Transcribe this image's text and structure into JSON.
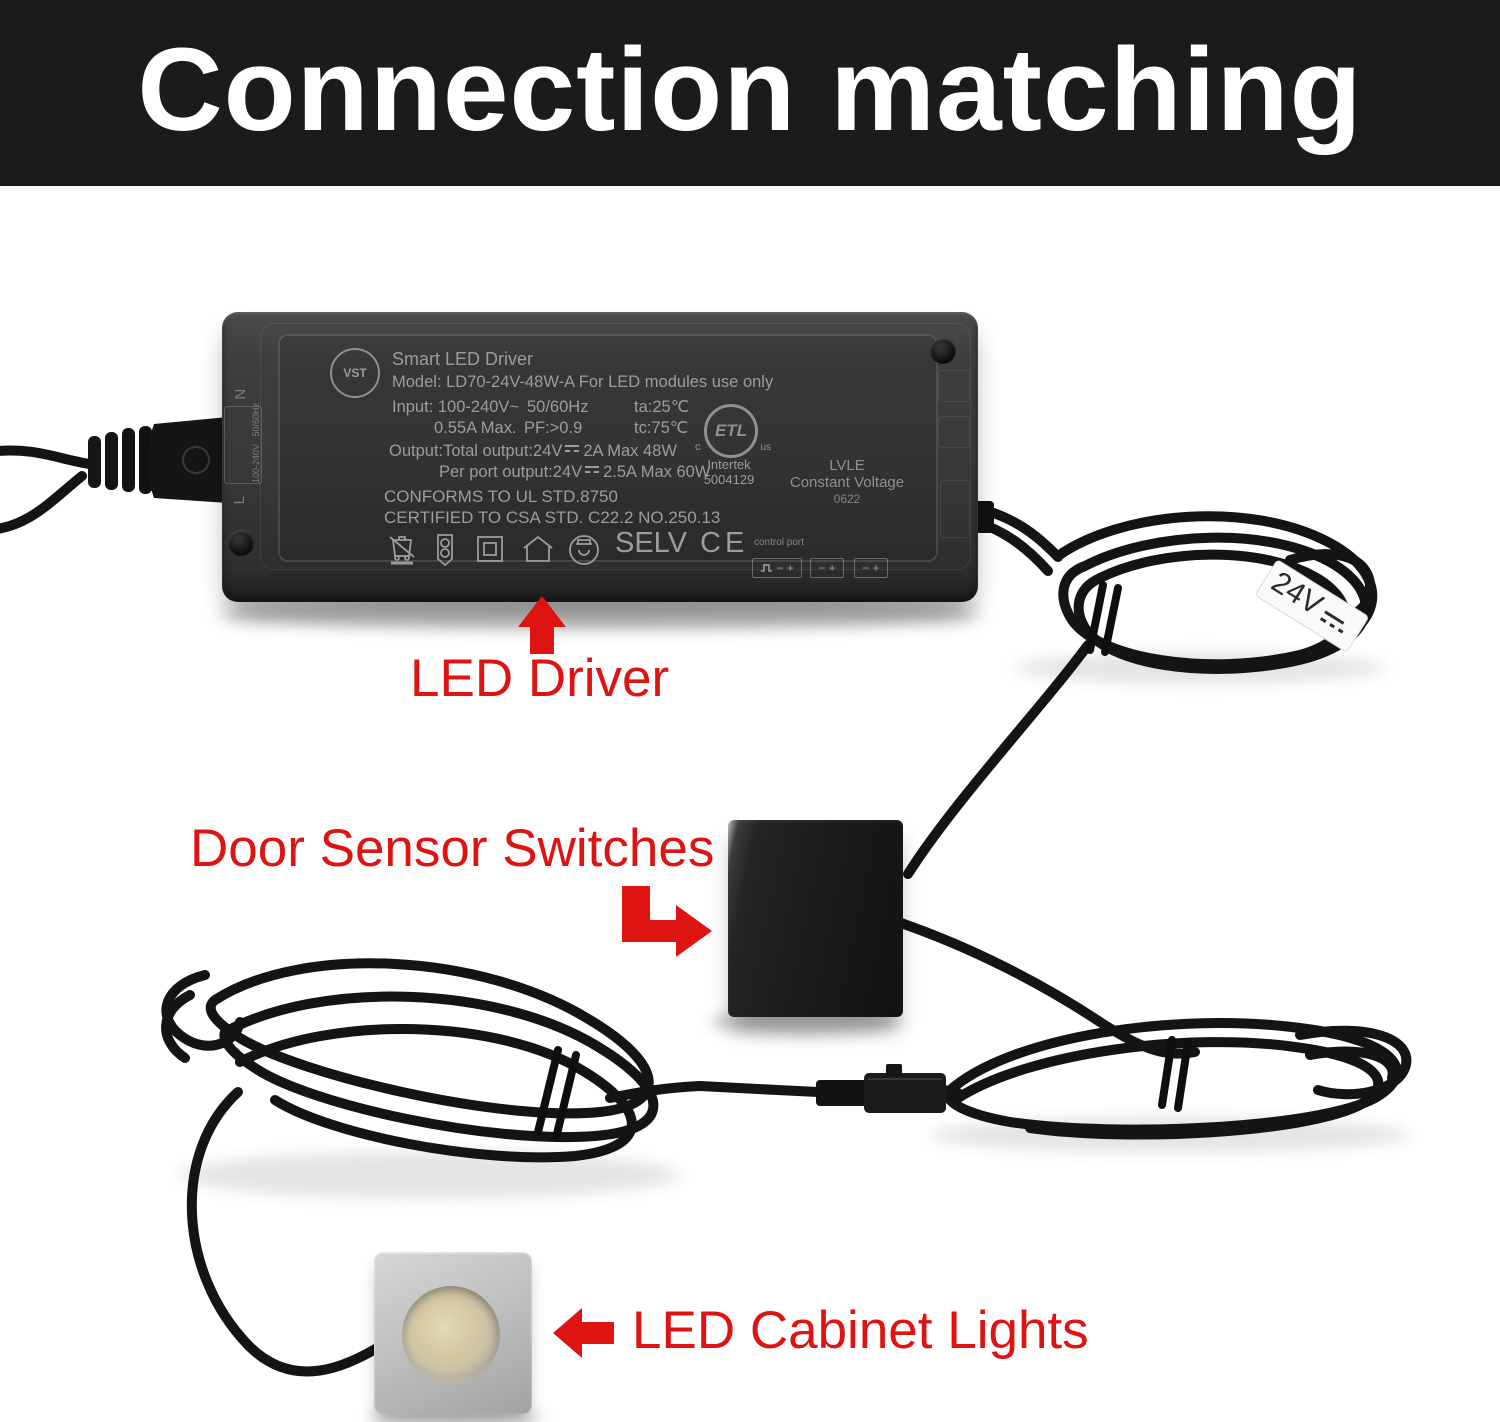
{
  "header": {
    "title": "Connection matching"
  },
  "annotations": {
    "led_driver": "LED Driver",
    "door_sensor_switches": "Door Sensor Switches",
    "led_cabinet_lights": "LED Cabinet Lights"
  },
  "colors": {
    "accent_red": "#dd1412",
    "header_bg": "#1b1b1b",
    "cable_black": "#141414"
  },
  "driver": {
    "brand": "VST",
    "product": "Smart LED Driver",
    "model_line": "Model: LD70-24V-48W-A  For LED modules use only",
    "input": {
      "label": "Input: 100-240V~",
      "freq": "50/60Hz",
      "ta": "ta:25℃",
      "current": "0.55A Max.",
      "pf": "PF:>0.9",
      "tc": "tc:75℃"
    },
    "output": {
      "total_prefix": "Output:Total output:24V",
      "total_suffix": "2A  Max 48W",
      "port_prefix": "Per port output:24V",
      "port_suffix": "2.5A  Max 60W"
    },
    "conforms": "CONFORMS TO UL STD.8750",
    "certified": "CERTIFIED TO CSA STD. C22.2 NO.250.13",
    "selv": "SELV",
    "ce_mark": "CE",
    "etl": {
      "logo": "ETL",
      "c": "c",
      "us": "us",
      "name": "Intertek",
      "number": "5004129"
    },
    "lvle": {
      "line1": "LVLE",
      "line2": "Constant Voltage",
      "line3": "0622"
    },
    "control_port": "control port",
    "terminals": [
      "− +",
      "− +",
      "− +"
    ],
    "side_labels": {
      "n": "N",
      "rating1": "100-240V",
      "rating2": "50/60Hz",
      "l": "L"
    }
  },
  "cable_tag": {
    "text": "24V"
  }
}
